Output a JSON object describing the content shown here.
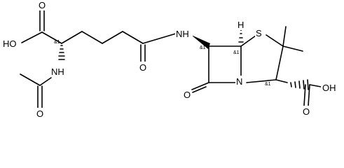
{
  "molecule": {
    "atom_labels": {
      "oh_left": "HO",
      "o_acid_top": "O",
      "nh_acetyl": "NH",
      "o_acetyl": "O",
      "o_amide": "O",
      "nh_amide": "NH",
      "h_bridge": "H",
      "s_ring": "S",
      "n_ring": "N",
      "o_lactam": "O",
      "o_acid_right": "O",
      "oh_right": "OH"
    },
    "stereo_labels": {
      "alpha_carbon": "&1",
      "c6": "&1",
      "c5": "&1",
      "c3": "&1"
    }
  }
}
